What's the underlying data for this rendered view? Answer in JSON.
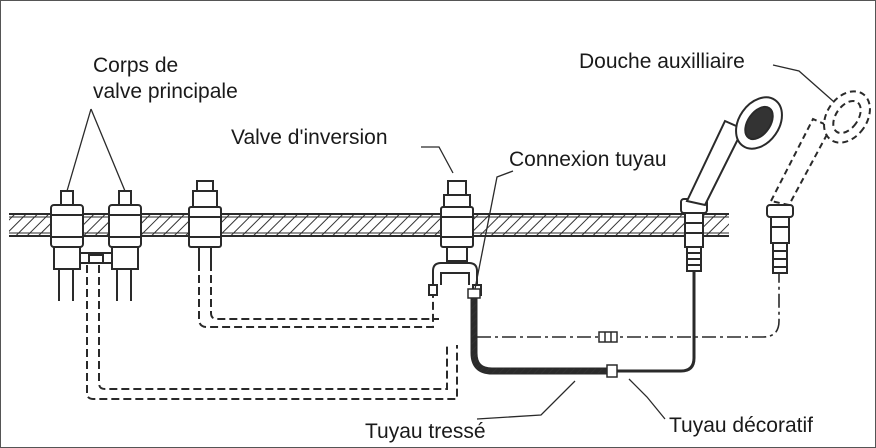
{
  "labels": {
    "main_valve_body": [
      "Corps de",
      "valve principale"
    ],
    "diverter_valve": "Valve d'inversion",
    "hose_connection": "Connexion tuyau",
    "auxiliary_shower": "Douche auxilliaire",
    "braided_hose": "Tuyau tressé",
    "decorative_hose": "Tuyau décoratif"
  },
  "colors": {
    "line": "#2a2a2a",
    "background": "#ffffff"
  }
}
